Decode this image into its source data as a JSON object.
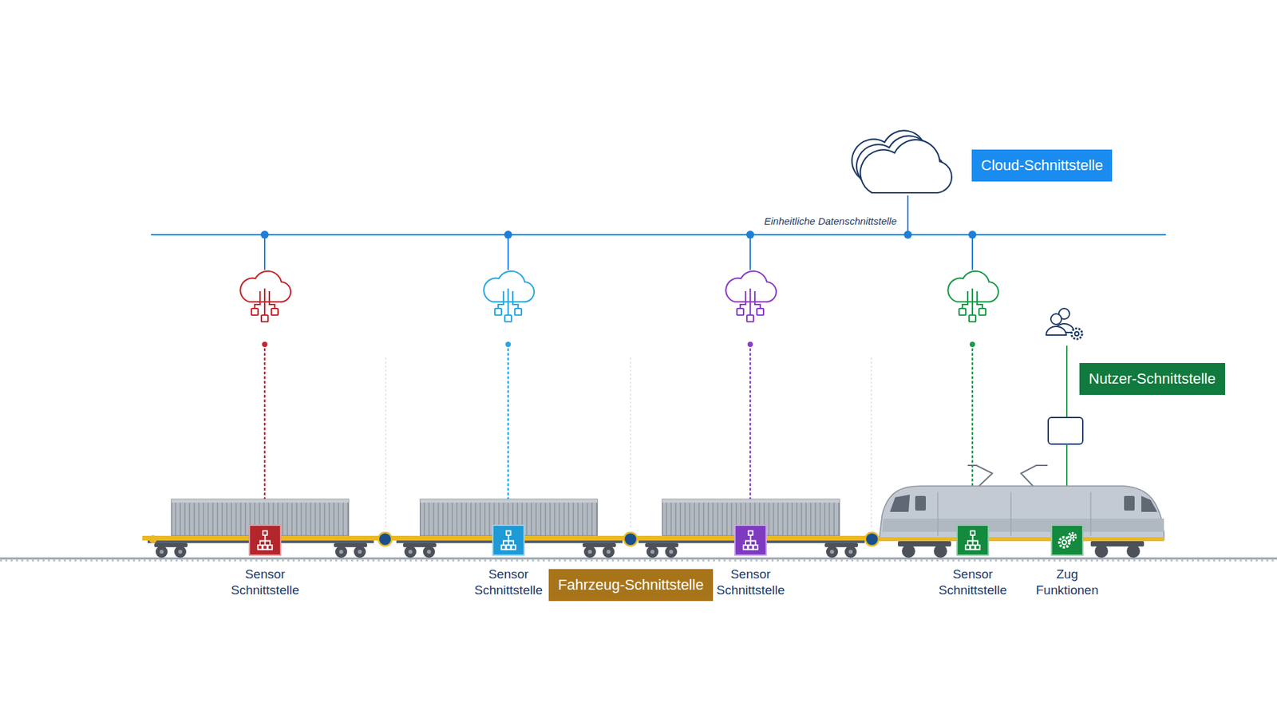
{
  "diagram": {
    "nodes": [
      {
        "text": [
          "Cloud-Schnittstelle"
        ]
      },
      {
        "text": [
          "Nutzer-Schnittstelle"
        ]
      },
      {
        "text": [
          "Sensor Schnittstelle"
        ]
      },
      {
        "text": [
          "Sensor Schnittstelle"
        ]
      },
      {
        "text": [
          "Fahrzeug-Schnittstelle"
        ]
      },
      {
        "text": [
          "Sensor Schnittstelle"
        ]
      },
      {
        "text": [
          "Sensor Schnittstelle"
        ]
      },
      {
        "text": [
          "Zug Funktionen"
        ]
      }
    ],
    "labels": [
      "Einheitliche Datenschnittstelle"
    ]
  }
}
